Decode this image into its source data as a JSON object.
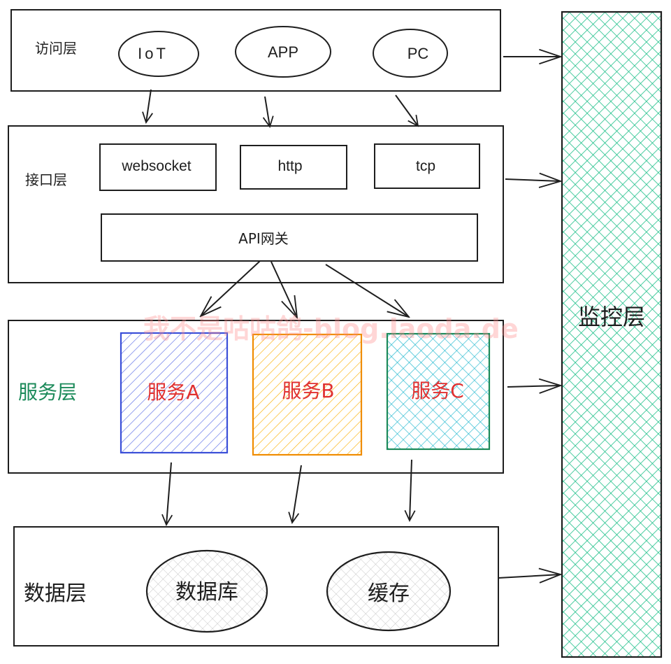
{
  "diagram": {
    "watermark": "我不是咕咕鸽-blog.laoda.de",
    "access_layer": {
      "label": "访问层",
      "clients": [
        "IoT",
        "APP",
        "PC"
      ]
    },
    "interface_layer": {
      "label": "接口层",
      "protocols": [
        "websocket",
        "http",
        "tcp"
      ],
      "gateway": "API网关"
    },
    "service_layer": {
      "label": "服务层",
      "services": [
        {
          "label": "服务A",
          "stroke": "#3b4fd8",
          "hatch": "#5c6ee8"
        },
        {
          "label": "服务B",
          "stroke": "#f08c00",
          "hatch": "#fab005"
        },
        {
          "label": "服务C",
          "stroke": "#1c8a5a",
          "hatch": "#22b8cf"
        }
      ],
      "label_color": "#1c8a5a",
      "service_text_color": "#e03131"
    },
    "data_layer": {
      "label": "数据层",
      "stores": [
        "数据库",
        "缓存"
      ]
    },
    "monitor_layer": {
      "label": "监控层",
      "hatch": "#20c08a"
    },
    "edges": [
      {
        "from": "IoT",
        "to": "websocket"
      },
      {
        "from": "APP",
        "to": "http"
      },
      {
        "from": "PC",
        "to": "tcp"
      },
      {
        "from": "API网关",
        "to": "服务A"
      },
      {
        "from": "API网关",
        "to": "服务B"
      },
      {
        "from": "API网关",
        "to": "服务C"
      },
      {
        "from": "服务A",
        "to": "数据层"
      },
      {
        "from": "服务B",
        "to": "数据层"
      },
      {
        "from": "服务C",
        "to": "数据层"
      },
      {
        "from": "访问层",
        "to": "监控层"
      },
      {
        "from": "接口层",
        "to": "监控层"
      },
      {
        "from": "服务层",
        "to": "监控层"
      },
      {
        "from": "数据层",
        "to": "监控层"
      }
    ]
  }
}
